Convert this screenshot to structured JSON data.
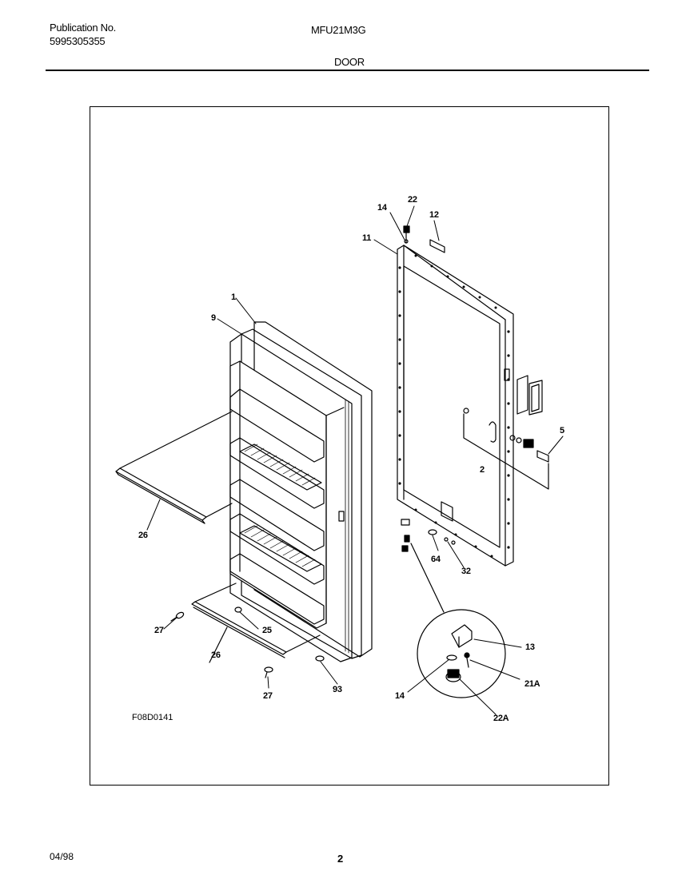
{
  "header": {
    "publication_label": "Publication No.",
    "publication_number": "5995305355",
    "model": "MFU21M3G",
    "section": "DOOR"
  },
  "diagram": {
    "figure_code": "F08D0141",
    "callouts": [
      "22",
      "14",
      "12",
      "11",
      "1",
      "9",
      "5",
      "2",
      "26",
      "64",
      "32",
      "27",
      "25",
      "26",
      "13",
      "14",
      "21A",
      "22A",
      "27",
      "93"
    ]
  },
  "footer": {
    "date": "04/98",
    "page": "2"
  }
}
